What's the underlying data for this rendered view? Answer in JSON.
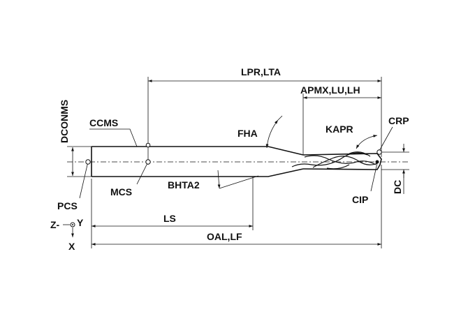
{
  "labels": {
    "lpr_lta": "LPR,LTA",
    "apmx_lu_lh": "APMX,LU,LH",
    "dconms": "DCONMS",
    "ccms": "CCMS",
    "fha": "FHA",
    "kapr": "KAPR",
    "crp": "CRP",
    "mcs": "MCS",
    "bhta2": "BHTA2",
    "cip": "CIP",
    "dc": "DC",
    "pcs": "PCS",
    "ls": "LS",
    "oal_lf": "OAL,LF",
    "axis_z": "Z-",
    "axis_y": "Y",
    "axis_x": "X"
  }
}
